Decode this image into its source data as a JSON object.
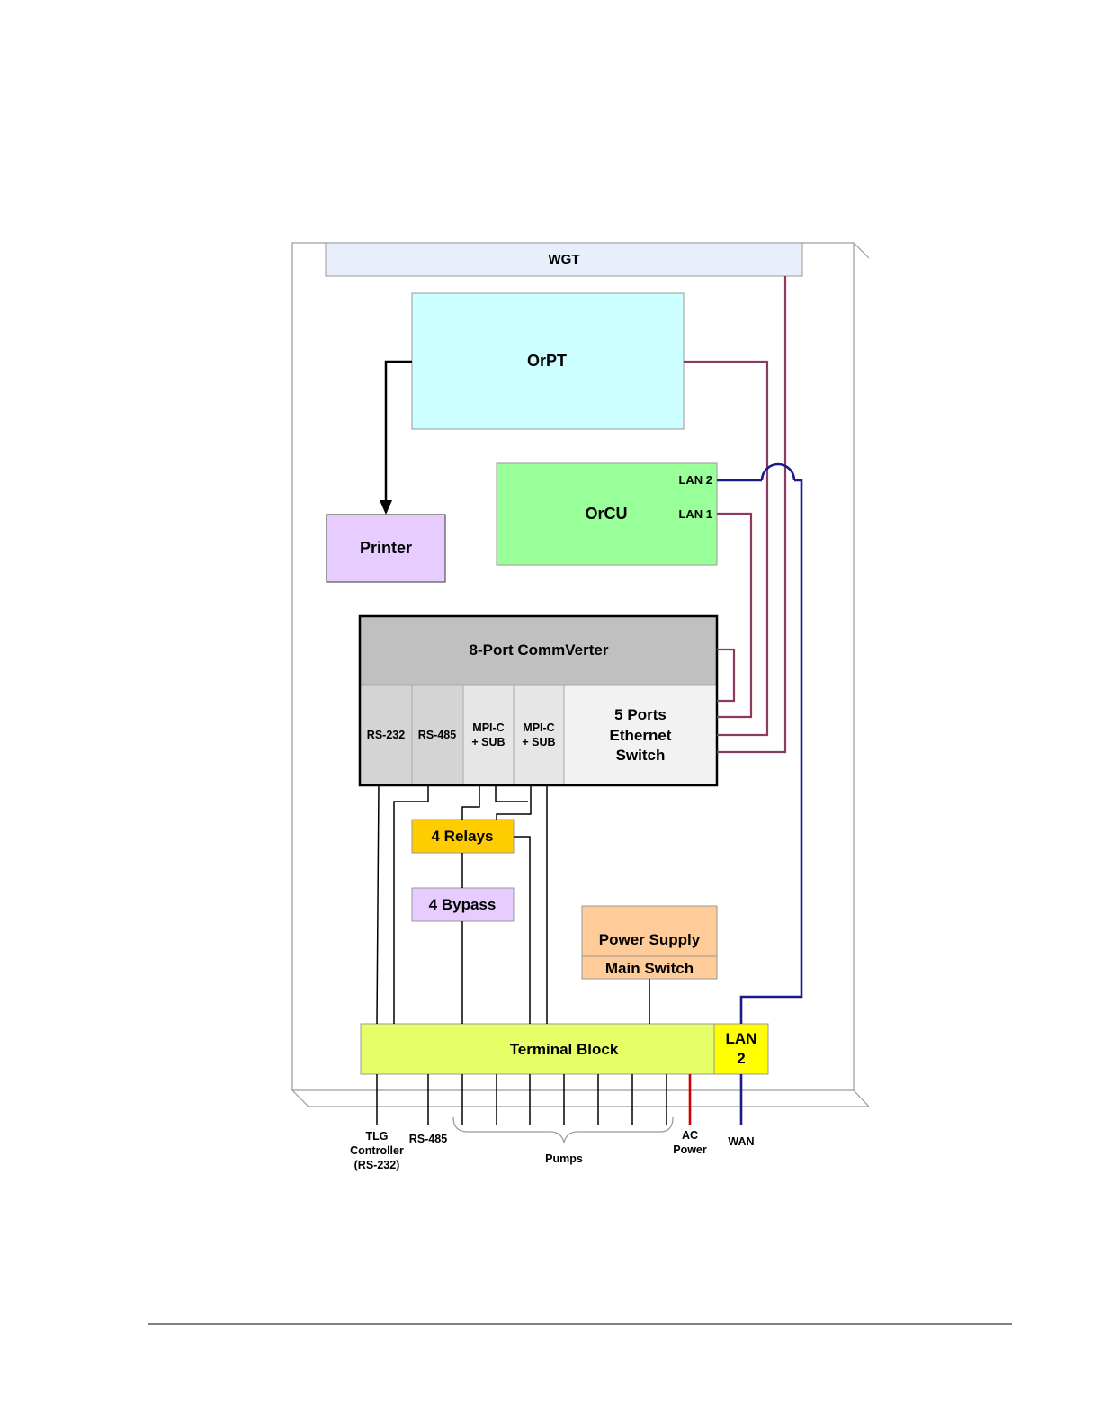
{
  "diagram": {
    "wgt": "WGT",
    "orpt": "OrPT",
    "orcu": "OrCU",
    "orcu_lan2": "LAN 2",
    "orcu_lan1": "LAN 1",
    "printer": "Printer",
    "commverter_title": "8-Port CommVerter",
    "port_rs232": "RS-232",
    "port_rs485": "RS-485",
    "port_mpic1_line1": "MPI-C",
    "port_mpic1_line2": "+ SUB",
    "port_mpic2_line1": "MPI-C",
    "port_mpic2_line2": "+ SUB",
    "switch_line1": "5 Ports",
    "switch_line2": "Ethernet",
    "switch_line3": "Switch",
    "relays": "4 Relays",
    "bypass": "4 Bypass",
    "power_supply": "Power Supply",
    "main_switch": "Main Switch",
    "terminal_block": "Terminal Block",
    "tb_lan_line1": "LAN",
    "tb_lan_line2": "2",
    "out_tlg_line1": "TLG",
    "out_tlg_line2": "Controller",
    "out_tlg_line3": "(RS-232)",
    "out_rs485": "RS-485",
    "out_pumps": "Pumps",
    "out_ac_line1": "AC",
    "out_ac_line2": "Power",
    "out_wan": "WAN"
  },
  "colors": {
    "wgt": "#e8eefa",
    "orpt": "#ccffff",
    "orcu": "#99ff99",
    "printer": "#e6ccff",
    "commverter_head": "#c0c0c0",
    "port_dark": "#d4d4d4",
    "port_light": "#e6e6e6",
    "switch": "#f2f2f2",
    "relays": "#ffcc00",
    "bypass": "#e6ccff",
    "power": "#ffcc99",
    "terminal": "#e6ff66",
    "tb_lan": "#ffff00",
    "wire_maroon": "#8b3a62",
    "wire_navy": "#1a1a8c",
    "wire_red": "#cc0000"
  }
}
